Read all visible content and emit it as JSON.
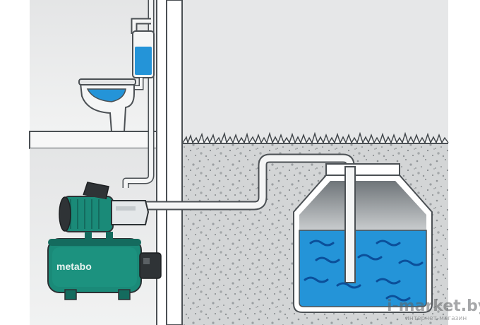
{
  "diagram": {
    "pump_brand": "metabo",
    "watermark_main": "i-market.by",
    "watermark_sub": "интернет-магазин"
  },
  "colors": {
    "wall": "#e9eaeb",
    "outline": "#4b5054",
    "soil": "#cfd1d2",
    "water": "#1e8fd6",
    "pump_green": "#1a8a78",
    "pump_dark": "#146b5e",
    "motor_black": "#2f3336"
  },
  "icons": [
    "toilet-icon",
    "pump-station-icon",
    "water-tank-icon",
    "grass-icon"
  ]
}
